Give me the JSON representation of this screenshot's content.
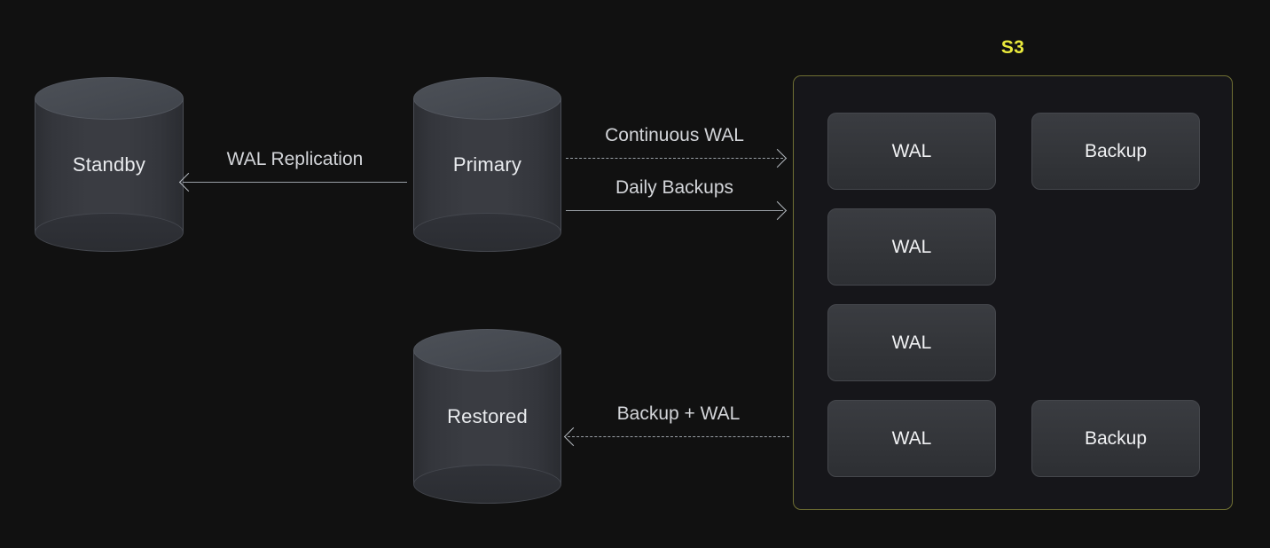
{
  "diagram": {
    "background_color": "#111111",
    "nodes": [
      {
        "id": "standby",
        "label": "Standby",
        "shape": "cylinder"
      },
      {
        "id": "primary",
        "label": "Primary",
        "shape": "cylinder"
      },
      {
        "id": "restored",
        "label": "Restored",
        "shape": "cylinder"
      }
    ],
    "connectors": [
      {
        "id": "wal-replication",
        "label": "WAL Replication",
        "style": "solid",
        "direction": "left"
      },
      {
        "id": "continuous-wal",
        "label": "Continuous WAL",
        "style": "dashed",
        "direction": "right"
      },
      {
        "id": "daily-backups",
        "label": "Daily Backups",
        "style": "solid",
        "direction": "right"
      },
      {
        "id": "restore",
        "label": "Backup + WAL",
        "style": "dashed",
        "direction": "left"
      }
    ],
    "s3": {
      "title": "S3",
      "title_color": "#e9e93c",
      "border_color": "#6f6f33",
      "rows": [
        {
          "left": "WAL",
          "right": "Backup"
        },
        {
          "left": "WAL",
          "right": ""
        },
        {
          "left": "WAL",
          "right": ""
        },
        {
          "left": "WAL",
          "right": "Backup"
        }
      ]
    }
  }
}
